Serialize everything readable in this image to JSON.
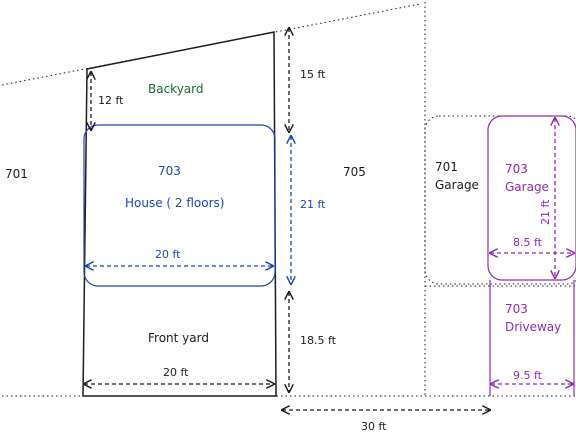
{
  "colors": {
    "ink": "#1e1e1e",
    "blue": "#1c46b2",
    "green": "#1a6b33",
    "purple": "#8e2db3",
    "background": "#ffffff"
  },
  "labels": {
    "backyard": "Backyard",
    "house_number": "703",
    "house_desc": "House ( 2 floors)",
    "front_yard": "Front yard",
    "lot_701": "701",
    "lot_705": "705",
    "garage_701_num": "701",
    "garage_701_text": "Garage",
    "garage_703_num": "703",
    "garage_703_text": "Garage",
    "driveway_num": "703",
    "driveway_text": "Driveway"
  },
  "dimensions": {
    "backyard_depth": "12 ft",
    "rear_setback": "15 ft",
    "house_depth": "21 ft",
    "house_width": "20 ft",
    "front_setback": "18.5 ft",
    "lot_width": "20 ft",
    "garage_depth": "21 ft",
    "garage_width": "8.5 ft",
    "driveway_width": "9.5 ft",
    "gap_width": "30 ft"
  }
}
